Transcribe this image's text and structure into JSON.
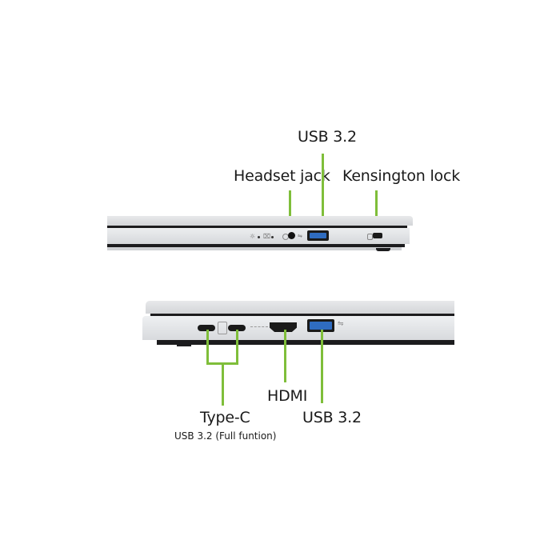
{
  "top_view": {
    "labels": {
      "usb": "USB 3.2",
      "headset": "Headset jack",
      "kensington": "Kensington lock"
    },
    "icons": [
      "power-led-icon",
      "battery-led-icon",
      "headset-icon",
      "usb-icon",
      "lock-icon"
    ]
  },
  "bottom_view": {
    "labels": {
      "typec": "Type-C",
      "typec_sub": "USB 3.2 (Full funtion)",
      "hdmi": "HDMI",
      "usb": "USB 3.2"
    },
    "icons": [
      "hdmi-icon",
      "usb-icon",
      "dp-icon"
    ]
  },
  "colors": {
    "callout": "#7fbe3a",
    "usb_port": "#2f6cc0",
    "silver": "#dcdee1",
    "dark": "#1c1c1e"
  }
}
